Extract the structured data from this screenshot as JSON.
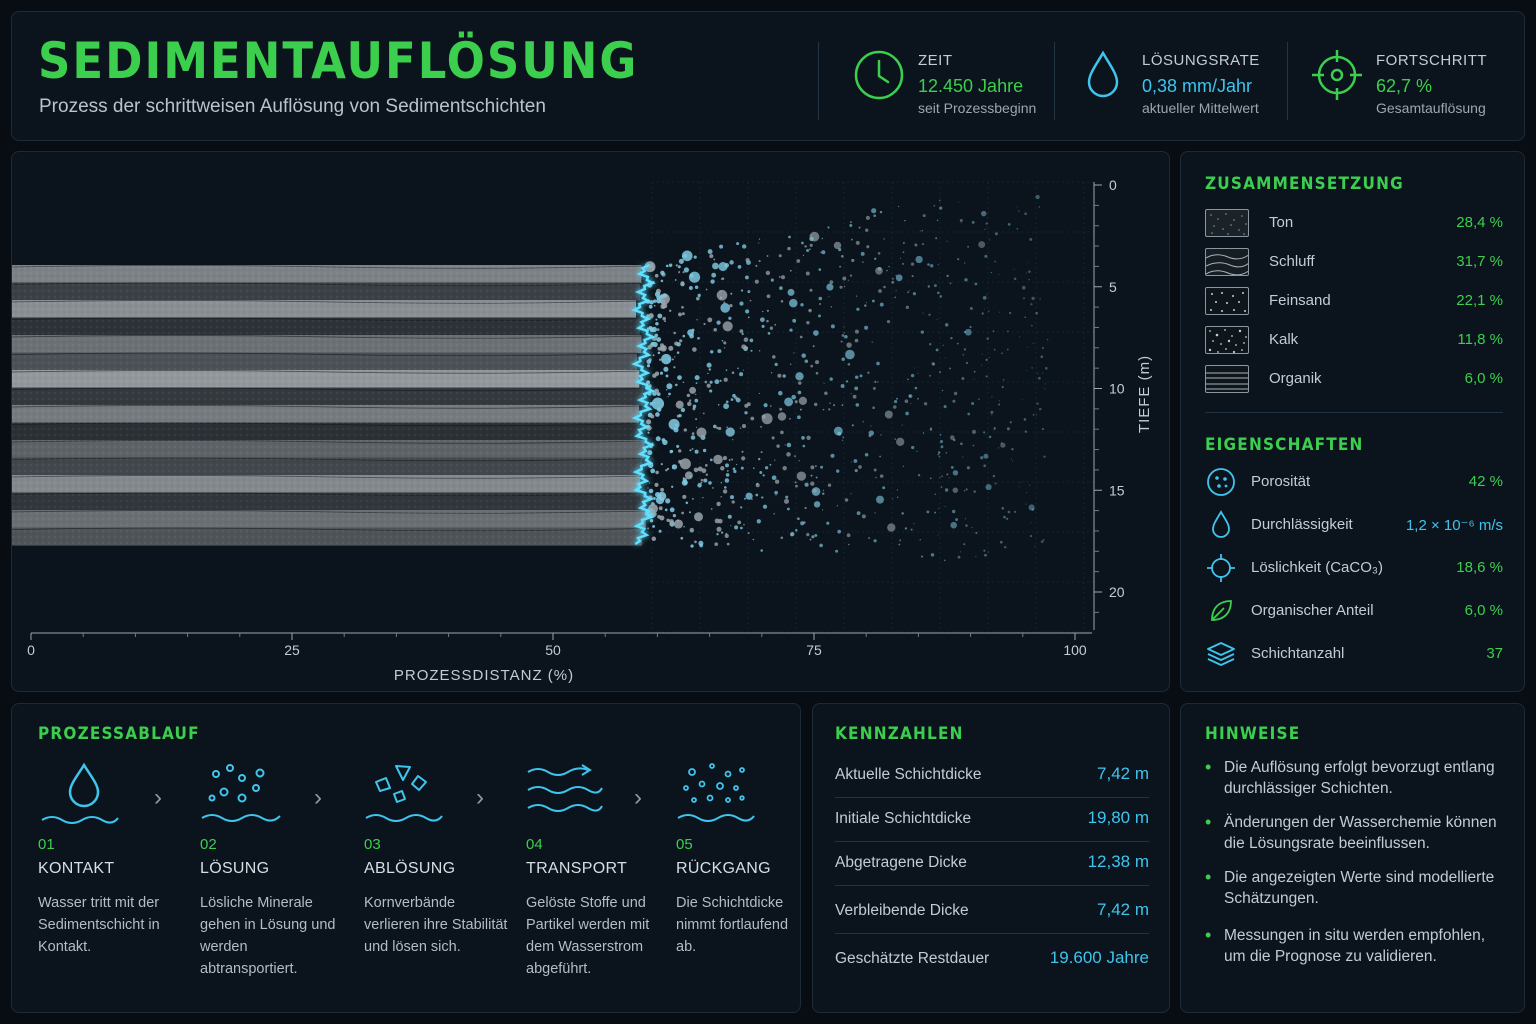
{
  "header": {
    "title": "SEDIMENTAUFLÖSUNG",
    "subtitle": "Prozess der schrittweisen Auflösung von Sedimentschichten",
    "stats": [
      {
        "icon": "clock-icon",
        "label": "ZEIT",
        "value": "12.450 Jahre",
        "sub": "seit Prozessbeginn"
      },
      {
        "icon": "water-drop-icon",
        "label": "LÖSUNGSRATE",
        "value": "0,38 mm/Jahr",
        "sub": "aktueller Mittelwert"
      },
      {
        "icon": "crosshair-icon",
        "label": "FORTSCHRITT",
        "value": "62,7 %",
        "sub": "Gesamtauflösung"
      }
    ]
  },
  "visualization": {
    "x_axis_title": "PROZESSDISTANZ (%)",
    "x_ticks": [
      "0",
      "25",
      "50",
      "75",
      "100"
    ],
    "y_axis_title": "TIEFE (m)",
    "y_ticks": [
      "0",
      "5",
      "10",
      "15",
      "20"
    ]
  },
  "composition": {
    "title": "ZUSAMMENSETZUNG",
    "items": [
      {
        "name": "Ton",
        "percent": "28,4 %"
      },
      {
        "name": "Schluff",
        "percent": "31,7 %"
      },
      {
        "name": "Feinsand",
        "percent": "22,1 %"
      },
      {
        "name": "Kalk",
        "percent": "11,8 %"
      },
      {
        "name": "Organik",
        "percent": "6,0 %"
      }
    ]
  },
  "properties": {
    "title": "EIGENSCHAFTEN",
    "items": [
      {
        "icon": "porosity-icon",
        "name": "Porosität",
        "value": "42 %",
        "color": "#3ccf4e"
      },
      {
        "icon": "water-drop-icon",
        "name": "Durchlässigkeit",
        "value": "1,2 × 10⁻⁶ m/s",
        "color": "#3fc4ee"
      },
      {
        "icon": "crosshair-icon",
        "name": "Löslichkeit (CaCO₃)",
        "value": "18,6 %",
        "color": "#3ccf4e"
      },
      {
        "icon": "leaf-icon",
        "name": "Organischer Anteil",
        "value": "6,0 %",
        "color": "#3ccf4e"
      },
      {
        "icon": "layers-icon",
        "name": "Schichtanzahl",
        "value": "37",
        "color": "#3ccf4e"
      }
    ]
  },
  "process": {
    "title": "PROZESSABLAUF",
    "steps": [
      {
        "num": "01",
        "title": "KONTAKT",
        "desc": "Wasser tritt mit der Sedimentschicht in Kontakt.",
        "icon": "water-drop-icon"
      },
      {
        "num": "02",
        "title": "LÖSUNG",
        "desc": "Lösliche Minerale gehen in Lösung und werden abtransportiert.",
        "icon": "bubbles-icon"
      },
      {
        "num": "03",
        "title": "ABLÖSUNG",
        "desc": "Kornverbände verlieren ihre Stabilität und lösen sich.",
        "icon": "fragments-icon"
      },
      {
        "num": "04",
        "title": "TRANSPORT",
        "desc": "Gelöste Stoffe und Partikel werden mit dem Wasserstrom abgeführt.",
        "icon": "flow-icon"
      },
      {
        "num": "05",
        "title": "RÜCKGANG",
        "desc": "Die Schichtdicke nimmt fortlaufend ab.",
        "icon": "particles-icon"
      }
    ]
  },
  "kennzahlen": {
    "title": "KENNZAHLEN",
    "rows": [
      {
        "label": "Aktuelle Schichtdicke",
        "value": "7,42 m"
      },
      {
        "label": "Initiale Schichtdicke",
        "value": "19,80 m"
      },
      {
        "label": "Abgetragene Dicke",
        "value": "12,38 m"
      },
      {
        "label": "Verbleibende Dicke",
        "value": "7,42 m"
      },
      {
        "label": "Geschätzte Restdauer",
        "value": "19.600 Jahre"
      }
    ]
  },
  "hinweise": {
    "title": "HINWEISE",
    "items": [
      "Die Auflösung erfolgt bevorzugt entlang durchlässiger Schichten.",
      "Änderungen der Wasserchemie können die Lösungsrate beeinflussen.",
      "Die angezeigten Werte sind modellierte Schätzungen.",
      "Messungen in situ werden empfohlen, um die Prognose zu validieren."
    ]
  },
  "colors": {
    "accent_green": "#3ccf4e",
    "accent_cyan": "#3fc4ee",
    "background": "#070d13",
    "panel": "#0b141c"
  }
}
